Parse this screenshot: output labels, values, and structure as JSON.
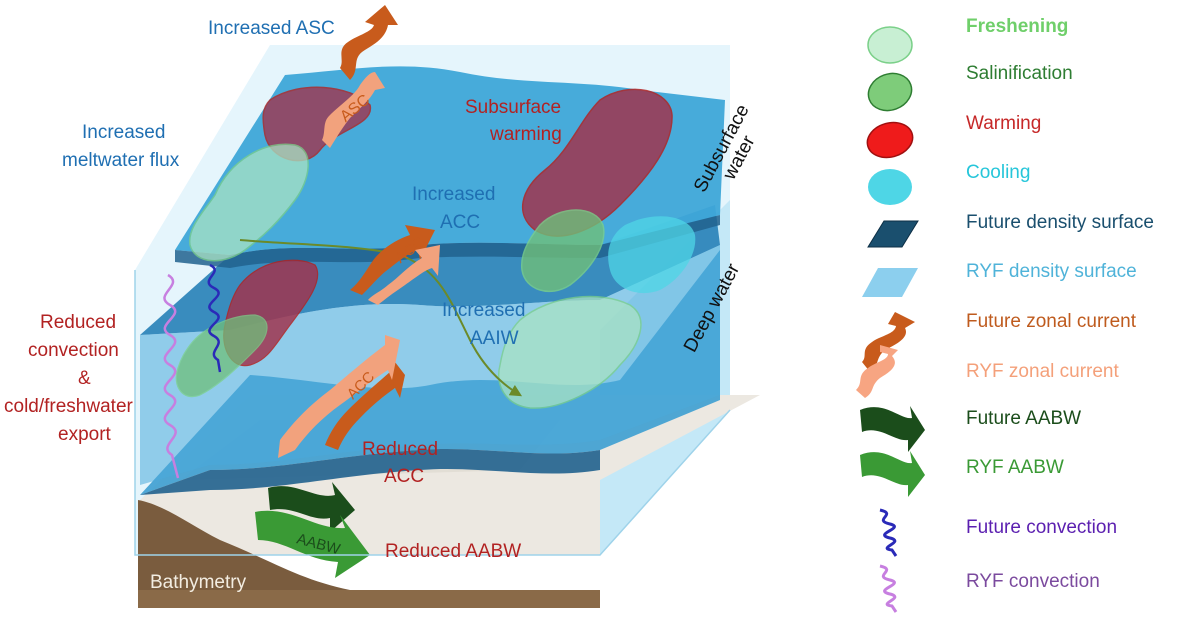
{
  "labels": {
    "increased_asc": "Increased ASC",
    "asc": "ASC",
    "increased_meltwater_line1": "Increased",
    "increased_meltwater_line2": "meltwater flux",
    "subsurface_warming_line1": "Subsurface",
    "subsurface_warming_line2": "warming",
    "increased_acc_line1": "Increased",
    "increased_acc_line2": "ACC",
    "acc_upper": "ACC",
    "acc_middle": "ACC",
    "increased_aaiw_line1": "Increased",
    "increased_aaiw_line2": "AAIW",
    "reduced_convection_line1": "Reduced",
    "reduced_convection_line2": "convection",
    "reduced_convection_line3": "&",
    "reduced_convection_line4": "cold/freshwater",
    "reduced_convection_line5": "export",
    "reduced_acc_line1": "Reduced",
    "reduced_acc_line2": "ACC",
    "aabw": "AABW",
    "reduced_aabw": "Reduced AABW",
    "bathymetry": "Bathymetry",
    "subsurface_water_line1": "Subsurface",
    "subsurface_water_line2": "water",
    "deep_water": "Deep water"
  },
  "legend": [
    {
      "label": "Freshening",
      "icon": "pale-green-ellipse-icon",
      "color": "#6fcf6a",
      "bold": true
    },
    {
      "label": "Salinification",
      "icon": "green-ellipse-icon",
      "color": "#2e7d32",
      "bold": false
    },
    {
      "label": "Warming",
      "icon": "red-ellipse-icon",
      "color": "#c62828",
      "bold": false
    },
    {
      "label": "Cooling",
      "icon": "cyan-ellipse-icon",
      "color": "#26c6da",
      "bold": false
    },
    {
      "label": "Future density surface",
      "icon": "dark-blue-parallelogram-icon",
      "color": "#1a4f6e",
      "bold": false
    },
    {
      "label": "RYF density  surface",
      "icon": "light-blue-parallelogram-icon",
      "color": "#4fb3d9",
      "bold": false
    },
    {
      "label": "Future zonal  current",
      "icon": "dark-orange-arrow-icon",
      "color": "#bf5b1e",
      "bold": false
    },
    {
      "label": "RYF zonal current",
      "icon": "light-orange-arrow-icon",
      "color": "#f4a07a",
      "bold": false
    },
    {
      "label": "Future  AABW",
      "icon": "dark-green-arrow-icon",
      "color": "#1b4d1b",
      "bold": false
    },
    {
      "label": "RYF AABW",
      "icon": "green-arrow-icon",
      "color": "#3a9a35",
      "bold": false
    },
    {
      "label": "Future convection",
      "icon": "blue-squiggle-icon",
      "color": "#5b1fb0",
      "bold": false
    },
    {
      "label": "RYF convection",
      "icon": "violet-squiggle-icon",
      "color": "#7b4a9e",
      "bold": false
    }
  ],
  "colors": {
    "label_blue": "#1f6fb2",
    "label_red": "#b22222",
    "outer_box": "#bfe6f7",
    "layer_top": "#3ea7d8",
    "layer_dark": "#2a7fb0",
    "seafloor": "#e8e4dc",
    "bathymetry": "#7a5c3e"
  }
}
